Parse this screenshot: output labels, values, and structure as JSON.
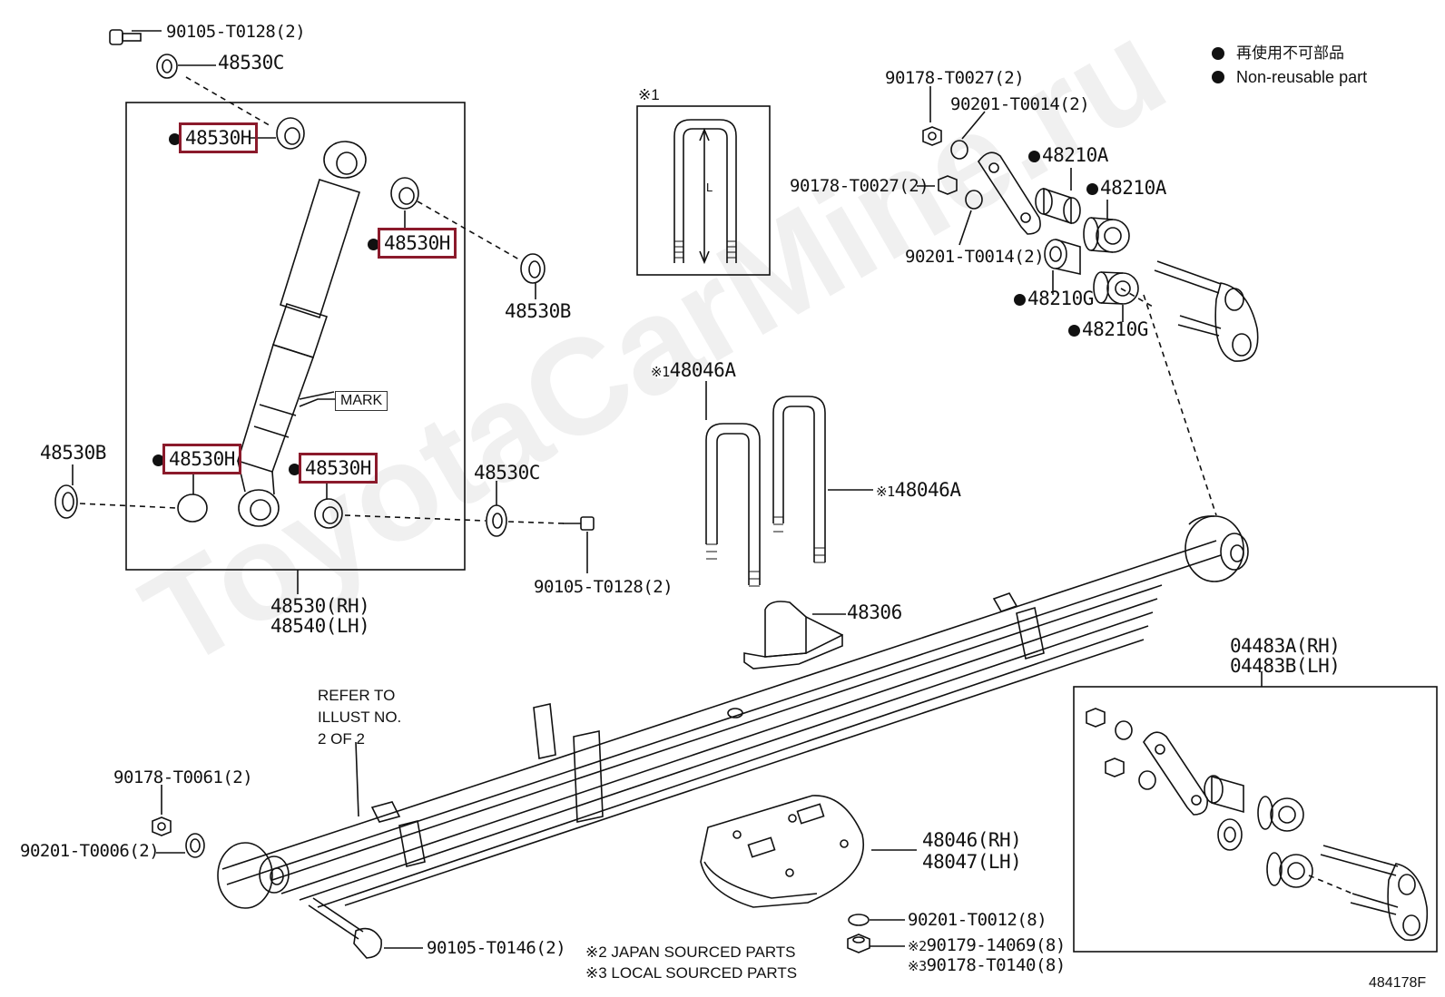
{
  "legend": {
    "ja": "再使用不可部品",
    "en": "Non-reusable part"
  },
  "inset_symbol": "※1",
  "inset_dim": "L",
  "mark_label": "MARK",
  "refer_note": [
    "REFER TO",
    "ILLUST NO.",
    "2 OF 2"
  ],
  "sourced_notes": [
    "※2 JAPAN SOURCED PARTS",
    "※3 LOCAL SOURCED PARTS"
  ],
  "diagram_id": "484178F",
  "watermark": "ToyotaCarMine.ru",
  "parts": {
    "p90105_t0128_top": "90105-T0128(2)",
    "p48530c_top": "48530C",
    "p48530h_1": "48530H",
    "p48530h_2": "48530H",
    "p48530h_3": "48530H",
    "p48530h_4": "48530H",
    "p48530b_right": "48530B",
    "p48530b_left": "48530B",
    "p48530c_mid": "48530C",
    "p90105_t0128_mid": "90105-T0128(2)",
    "p48530_rh": "48530(RH)",
    "p48540_lh": "48540(LH)",
    "p90178_t0027_a": "90178-T0027(2)",
    "p90201_t0014_a": "90201-T0014(2)",
    "p90178_t0027_b": "90178-T0027(2)",
    "p90201_t0014_b": "90201-T0014(2)",
    "p48210a_1": "48210A",
    "p48210a_2": "48210A",
    "p48210g_1": "48210G",
    "p48210g_2": "48210G",
    "p48046a_1": "48046A",
    "p48046a_2": "48046A",
    "p48306": "48306",
    "p04483a": "04483A(RH)",
    "p04483b": "04483B(LH)",
    "p90178_t0061": "90178-T0061(2)",
    "p90201_t0006": "90201-T0006(2)",
    "p48046_rh": "48046(RH)",
    "p48047_lh": "48047(LH)",
    "p90105_t0146": "90105-T0146(2)",
    "p90201_t0012": "90201-T0012(8)",
    "p90179_14069": "90179-14069(8)",
    "p90178_t0140": "90178-T0140(8)"
  },
  "colors": {
    "highlight": "#8b1a2b",
    "line": "#111111"
  }
}
